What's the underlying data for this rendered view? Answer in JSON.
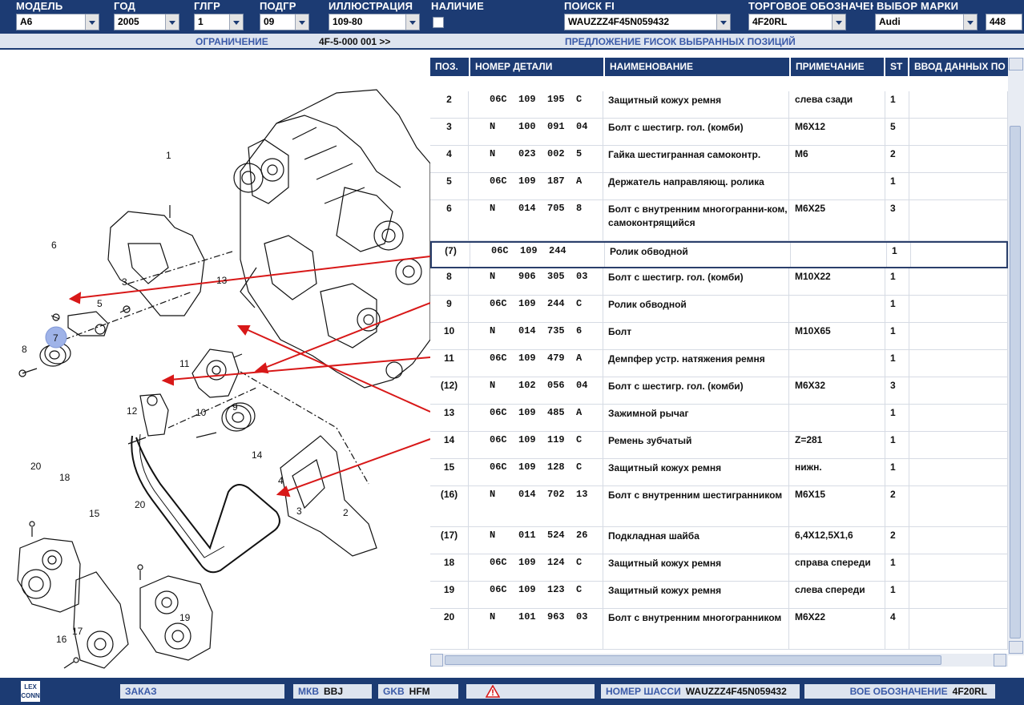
{
  "header": {
    "fields": [
      {
        "label": "МОДЕЛЬ",
        "value": "A6"
      },
      {
        "label": "ГОД",
        "value": "2005"
      },
      {
        "label": "ГЛГР",
        "value": "1"
      },
      {
        "label": "ПОДГР",
        "value": "09"
      },
      {
        "label": "ИЛЛЮСТРАЦИЯ",
        "value": "109-80"
      },
      {
        "label": "НАЛИЧИЕ",
        "value": ""
      },
      {
        "label": "ПОИСК FI",
        "value": "WAUZZZ4F45N059432"
      },
      {
        "label": "ТОРГОВОЕ ОБОЗНАЧЕНИЕ",
        "value": "4F20RL"
      },
      {
        "label": "ВЫБОР МАРКИ",
        "value": "Audi"
      },
      {
        "label": "",
        "value": "448"
      }
    ],
    "restriction_label": "ОГРАНИЧЕНИЕ",
    "restriction_value": "4F-5-000 001 >>",
    "proposal_label": "ПРЕДЛОЖЕНИЕ FИСОК ВЫБРАННЫХ ПОЗИЦИЙ"
  },
  "table": {
    "columns": [
      "ПОЗ.",
      "НОМЕР ДЕТАЛИ",
      "НАИМЕНОВАНИЕ",
      "ПРИМЕЧАНИЕ",
      "ST",
      "ВВОД ДАННЫХ ПО"
    ],
    "rows": [
      {
        "pos": "2",
        "num": "06C  109  195  C",
        "name": "Защитный кожух ремня",
        "note": "слева сзади",
        "st": "1"
      },
      {
        "pos": "3",
        "num": "N    100  091  04",
        "name": "Болт с шестигр. гол. (комби)",
        "note": "M6X12",
        "st": "5"
      },
      {
        "pos": "4",
        "num": "N    023  002  5",
        "name": "Гайка шестигранная самоконтр.",
        "note": "M6",
        "st": "2"
      },
      {
        "pos": "5",
        "num": "06C  109  187  A",
        "name": "Держатель направляющ. ролика",
        "note": "",
        "st": "1"
      },
      {
        "pos": "6",
        "num": "N    014  705  8",
        "name": "Болт с внутренним многогранни-ком,  самоконтрящийся",
        "note": "M6X25",
        "st": "3"
      },
      {
        "pos": "(7)",
        "num": "06C  109  244",
        "name": "Ролик обводной",
        "note": "",
        "st": "1"
      },
      {
        "pos": "8",
        "num": "N    906  305  03",
        "name": "Болт с шестигр. гол. (комби)",
        "note": "M10X22",
        "st": "1"
      },
      {
        "pos": "9",
        "num": "06C  109  244  C",
        "name": "Ролик обводной",
        "note": "",
        "st": "1"
      },
      {
        "pos": "10",
        "num": "N    014  735  6",
        "name": "Болт",
        "note": "M10X65",
        "st": "1"
      },
      {
        "pos": "11",
        "num": "06C  109  479  A",
        "name": "Демпфер устр. натяжения ремня",
        "note": "",
        "st": "1"
      },
      {
        "pos": "(12)",
        "num": "N    102  056  04",
        "name": "Болт с шестигр. гол. (комби)",
        "note": "M6X32",
        "st": "3"
      },
      {
        "pos": "13",
        "num": "06C  109  485  A",
        "name": "Зажимной рычаг",
        "note": "",
        "st": "1"
      },
      {
        "pos": "14",
        "num": "06C  109  119  C",
        "name": "Ремень зубчатый",
        "note": "Z=281",
        "st": "1"
      },
      {
        "pos": "15",
        "num": "06C  109  128  C",
        "name": "Защитный кожух ремня",
        "note": "нижн.",
        "st": "1"
      },
      {
        "pos": "(16)",
        "num": "N    014  702  13",
        "name": "Болт с внутренним шестигранником",
        "note": "M6X15",
        "st": "2"
      },
      {
        "pos": "(17)",
        "num": "N    011  524  26",
        "name": "Подкладная шайба",
        "note": "6,4X12,5X1,6",
        "st": "2"
      },
      {
        "pos": "18",
        "num": "06C  109  124  C",
        "name": "Защитный кожух ремня",
        "note": "справа спереди",
        "st": "1"
      },
      {
        "pos": "19",
        "num": "06C  109  123  C",
        "name": "Защитный кожух ремня",
        "note": "слева спереди",
        "st": "1"
      },
      {
        "pos": "20",
        "num": "N    101  963  03",
        "name": "Болт с внутренним многогранником",
        "note": "M6X22",
        "st": "4"
      }
    ]
  },
  "diagram": {
    "labels": [
      "1",
      "6",
      "3",
      "5",
      "7",
      "8",
      "13",
      "11",
      "12",
      "10",
      "9",
      "14",
      "4",
      "3",
      "2",
      "20",
      "18",
      "15",
      "20",
      "16",
      "17",
      "19"
    ]
  },
  "footer": {
    "logo": "LEX CONN",
    "order": "ЗАКАЗ",
    "mkb_label": "МКВ",
    "mkb_value": "BBJ",
    "gkb_label": "GKB",
    "gkb_value": "HFM",
    "chassis_label": "НОМЕР ШАССИ",
    "chassis_value": "WAUZZZ4F45N059432",
    "trade_label": "ВОЕ ОБОЗНАЧЕНИЕ",
    "trade_value": "4F20RL"
  },
  "colors": {
    "primary": "#1c3b73",
    "accent_blue": "#3a5aa8",
    "arrow": "#d81818"
  }
}
